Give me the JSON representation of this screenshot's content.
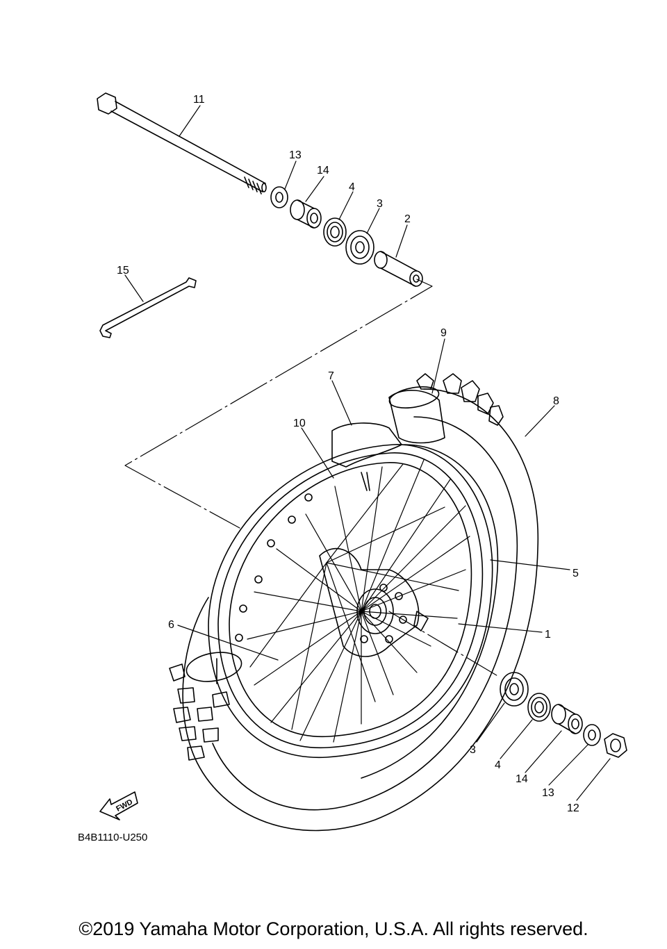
{
  "diagram": {
    "code": "B4B1110-U250",
    "fwd_label": "FWD",
    "callouts": {
      "c11": "11",
      "c13a": "13",
      "c14a": "14",
      "c4a": "4",
      "c3a": "3",
      "c2": "2",
      "c15": "15",
      "c9": "9",
      "c7": "7",
      "c8": "8",
      "c10": "10",
      "c5": "5",
      "c1": "1",
      "c6": "6",
      "c3b": "3",
      "c4b": "4",
      "c14b": "14",
      "c13b": "13",
      "c12": "12"
    }
  },
  "footer": {
    "copyright": "©2019 Yamaha Motor Corporation, U.S.A. All rights reserved."
  }
}
